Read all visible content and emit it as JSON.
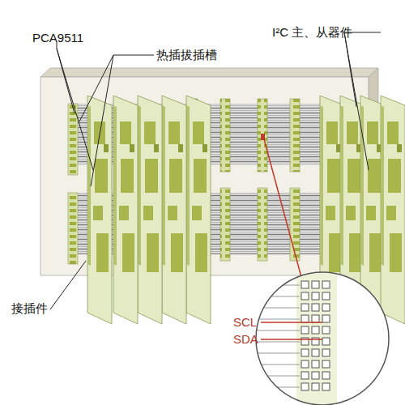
{
  "diagram": {
    "labels": [
      "PCA9511",
      "热插拔插槽",
      "I²C 主、从器件",
      "接插件",
      "SCL",
      "SDA"
    ]
  }
}
